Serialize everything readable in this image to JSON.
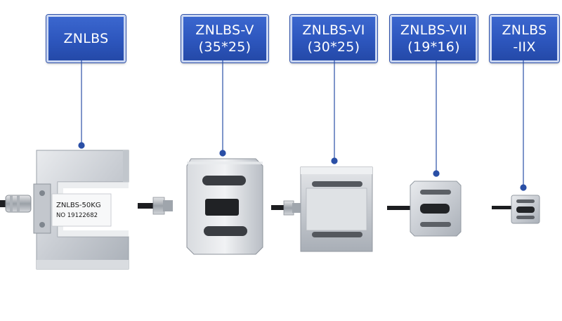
{
  "products": [
    {
      "line1": "ZNLBS",
      "line2": ""
    },
    {
      "line1": "ZNLBS-V",
      "line2": "(35*25)"
    },
    {
      "line1": "ZNLBS-VI",
      "line2": "(30*25)"
    },
    {
      "line1": "ZNLBS-VII",
      "line2": "(19*16)"
    },
    {
      "line1": "ZNLBS",
      "line2": "-IIX"
    }
  ],
  "sensor_sticker": {
    "model": "ZNLBS-50KG",
    "serial": "NO 19122682"
  },
  "colors": {
    "label_blue": "#2d56bd",
    "label_border": "#c9d6f2",
    "connector_line": "#2a4fa6",
    "metal": "#c8ccd2"
  }
}
